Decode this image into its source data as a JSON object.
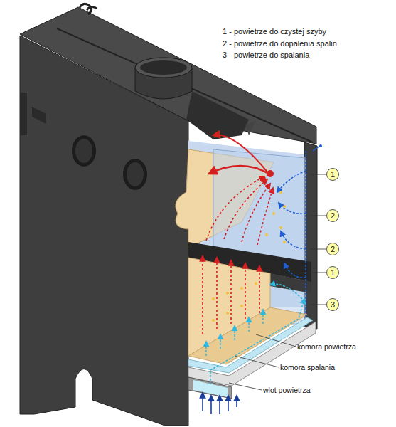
{
  "diagram": {
    "nodes": [
      {
        "text": [
          "1"
        ]
      },
      {
        "text": [
          "2"
        ]
      },
      {
        "text": [
          "2"
        ]
      },
      {
        "text": [
          "1"
        ]
      },
      {
        "text": [
          "3"
        ]
      }
    ],
    "labels": [
      "1 - powietrze do czystej szyby",
      "2 - powietrze do dopalenia spalin",
      "3 - powietrze do spalania",
      "komora powietrza",
      "komora spalania",
      "wlot powietrza"
    ]
  }
}
